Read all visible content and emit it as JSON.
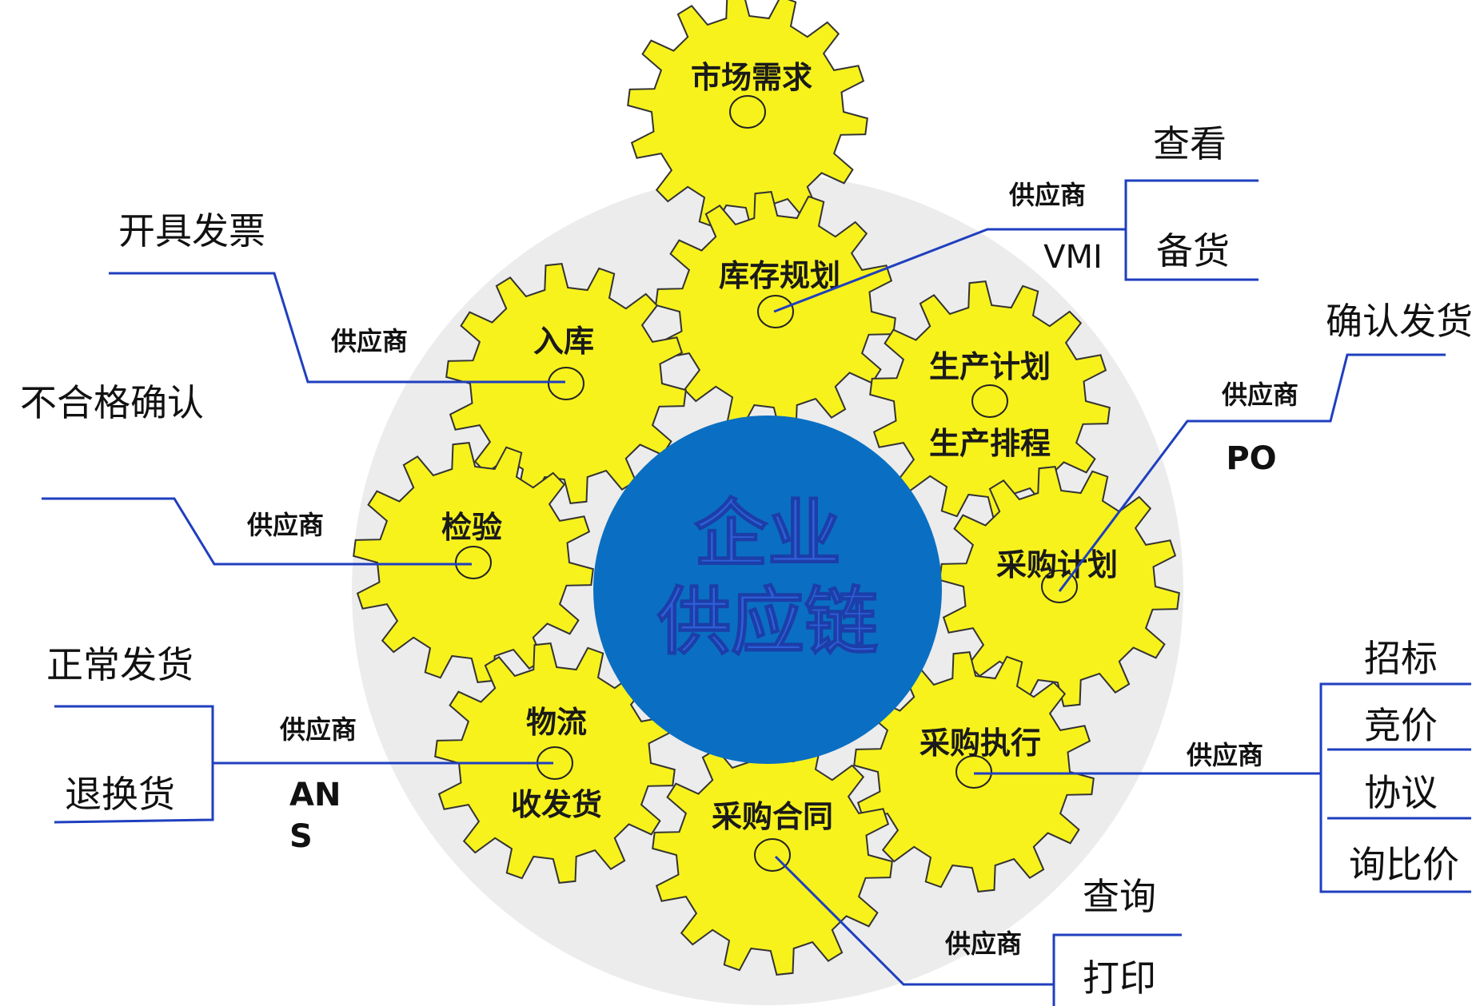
{
  "center": {
    "line1": "企业",
    "line2": "供应链"
  },
  "gears": {
    "market": {
      "title": "市场需求"
    },
    "inventory": {
      "title": "库存规划"
    },
    "warehouse": {
      "title": "入库"
    },
    "production": {
      "title": "生产计划",
      "title2": "生产排程"
    },
    "inspection": {
      "title": "检验"
    },
    "purchase_plan": {
      "title": "采购计划"
    },
    "logistics": {
      "title": "物流",
      "title2": "收发货"
    },
    "purchase_exec": {
      "title": "采购执行"
    },
    "contract": {
      "title": "采购合同"
    }
  },
  "labels": {
    "invoice": "开具发票",
    "reject_confirm": "不合格确认",
    "normal_ship": "正常发货",
    "return_goods": "退换货",
    "view": "查看",
    "stock_up": "备货",
    "confirm_ship": "确认发货",
    "bid": "招标",
    "auction": "竞价",
    "agreement": "协议",
    "inquiry_compare": "询比价",
    "query": "查询",
    "print": "打印"
  },
  "codes": {
    "vmi": "VMI",
    "po": "PO",
    "ans_line1": "AN",
    "ans_line2": "S"
  },
  "supplier_label": "供应商",
  "colors": {
    "gear_fill": "#f7f21c",
    "gear_stroke": "#333333",
    "ring": "#ececec",
    "center": "#0a6fc2",
    "link": "#1f3fbf"
  }
}
